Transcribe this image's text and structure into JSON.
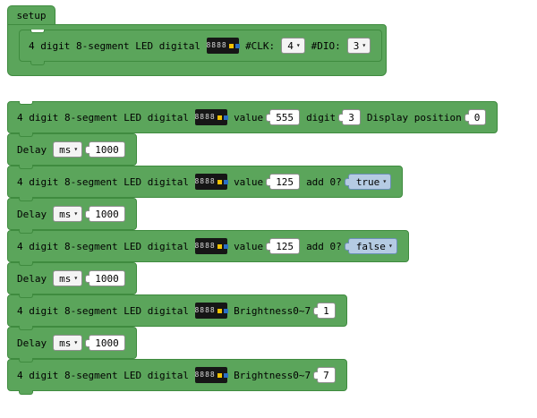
{
  "icons": {
    "led_display_text": "8888",
    "dropdown_arrow": "▾"
  },
  "colors": {
    "block_green": "#5ba55b",
    "block_border": "#3f8b3f",
    "bool_dropdown_bg": "#b5cbe3",
    "bool_dropdown_border": "#6b8fb7",
    "led_icon_bg": "#161616",
    "chip_yellow": "#f2c200",
    "chip_blue": "#2b6fc4"
  },
  "setup": {
    "label": "setup",
    "inner": {
      "label": "4 digit 8-segment LED digital",
      "clk_label": "#CLK:",
      "clk_value": "4",
      "dio_label": "#DIO:",
      "dio_value": "3"
    }
  },
  "stack": [
    {
      "label": "4 digit 8-segment LED digital",
      "value_label": "value",
      "value": "555",
      "digit_label": "digit",
      "digit_value": "3",
      "position_label": "Display position",
      "position_value": "0"
    },
    {
      "label": "Delay",
      "unit": "ms",
      "value": "1000"
    },
    {
      "label": "4 digit 8-segment LED digital",
      "value_label": "value",
      "value": "125",
      "add_zero_label": "add 0?",
      "add_zero_value": "true"
    },
    {
      "label": "Delay",
      "unit": "ms",
      "value": "1000"
    },
    {
      "label": "4 digit 8-segment LED digital",
      "value_label": "value",
      "value": "125",
      "add_zero_label": "add 0?",
      "add_zero_value": "false"
    },
    {
      "label": "Delay",
      "unit": "ms",
      "value": "1000"
    },
    {
      "label": "4 digit 8-segment LED digital",
      "brightness_label": "Brightness0~7",
      "brightness_value": "1"
    },
    {
      "label": "Delay",
      "unit": "ms",
      "value": "1000"
    },
    {
      "label": "4 digit 8-segment LED digital",
      "brightness_label": "Brightness0~7",
      "brightness_value": "7"
    }
  ]
}
